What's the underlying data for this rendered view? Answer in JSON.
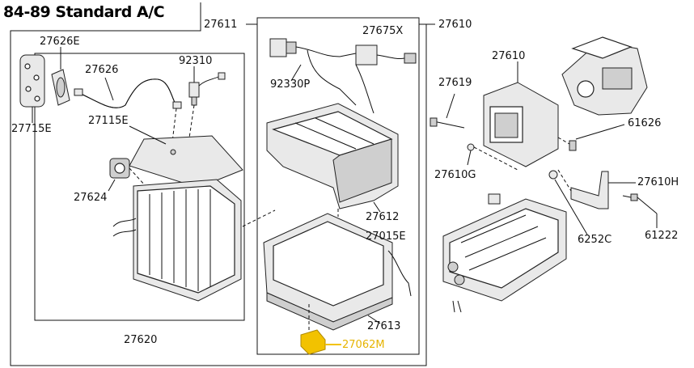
{
  "title": "84-89 Standard A/C",
  "highlight_color": "#f2c200",
  "labels": {
    "p27611": "27611",
    "p27610_top": "27610",
    "p27626E": "27626E",
    "p27626": "27626",
    "p92310": "92310",
    "p27715E": "27715E",
    "p27115E": "27115E",
    "p27624": "27624",
    "p27620": "27620",
    "p27675X": "27675X",
    "p92330P": "92330P",
    "p27612": "27612",
    "p27015E": "27015E",
    "p27613": "27613",
    "p27062M": "27062M",
    "p27610_mid": "27610",
    "p27619": "27619",
    "p61626": "61626",
    "p27610G": "27610G",
    "p27610H": "27610H",
    "p6252C": "6252C",
    "p61222": "61222"
  }
}
